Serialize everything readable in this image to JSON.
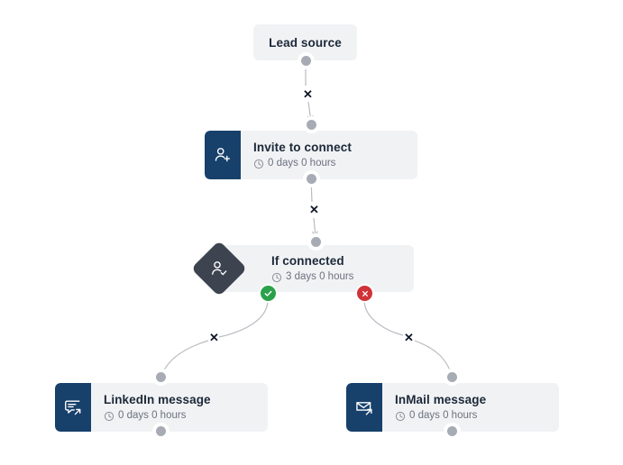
{
  "flow": {
    "name": "lead-outreach-sequence",
    "colors": {
      "card_bg": "#f1f2f4",
      "icon_box": "#17406b",
      "diamond": "#3d4450",
      "port": "#a7abb4",
      "edge": "#b9bcc2",
      "title": "#1b2838",
      "meta": "#6b7280",
      "badge_yes": "#2aa14a",
      "badge_no": "#cf3338",
      "page_bg": "#ffffff"
    },
    "nodes": [
      {
        "id": "lead-source",
        "type": "source",
        "title": "Lead source",
        "icon": "none"
      },
      {
        "id": "invite-to-connect",
        "type": "action",
        "title": "Invite to connect",
        "delay": "0 days 0 hours",
        "icon": "person-add-icon"
      },
      {
        "id": "if-connected",
        "type": "condition",
        "title": "If connected",
        "delay": "3 days 0 hours",
        "icon": "person-check-icon"
      },
      {
        "id": "linkedin-message",
        "type": "action",
        "title": "LinkedIn message",
        "delay": "0 days 0 hours",
        "icon": "chat-send-icon"
      },
      {
        "id": "inmail-message",
        "type": "action",
        "title": "InMail message",
        "delay": "0 days 0 hours",
        "icon": "mail-send-icon"
      }
    ],
    "branches": {
      "yes_label": "✓",
      "no_label": "✕"
    },
    "edge_marker": "✕"
  }
}
